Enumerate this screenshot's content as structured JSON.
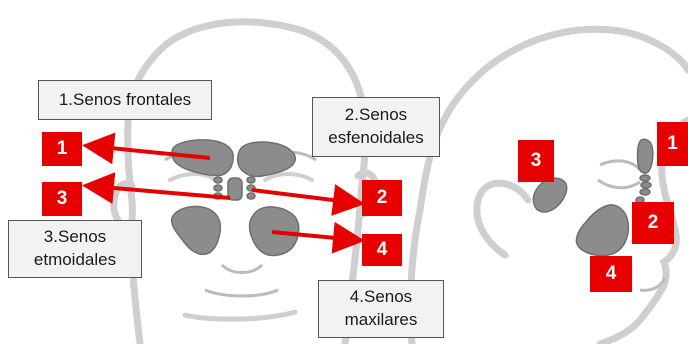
{
  "labels": {
    "frontal": "1.Senos frontales",
    "sphenoid": "2.Senos\nesfenoidales",
    "ethmoid": "3.Senos\netmoidales",
    "maxillary": "4.Senos\nmaxilares"
  },
  "badges": {
    "front_1": "1",
    "front_3": "3",
    "front_2": "2",
    "front_4": "4",
    "side_3": "3",
    "side_1": "1",
    "side_2": "2",
    "side_4": "4"
  },
  "colors": {
    "badge": "#e60000",
    "arrow": "#e60000",
    "sinus_fill": "#8c8c8c",
    "face_outline": "#cfcfcf",
    "label_bg": "#f2f2f2"
  }
}
